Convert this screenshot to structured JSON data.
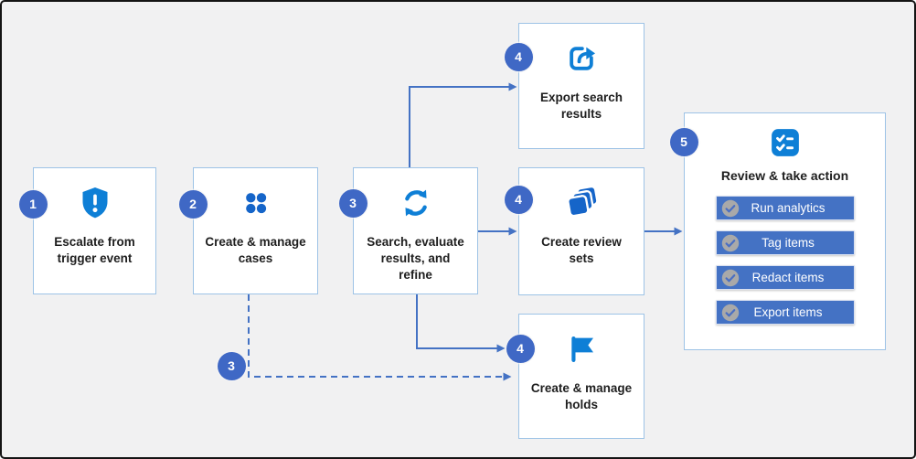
{
  "canvas": {
    "background": "#f1f1f2",
    "accent_blue": "#4472c4",
    "badge_blue": "#3f68c5",
    "icon_blue": "#0e7fd6",
    "icon_blue_dark": "#1565c9",
    "box_border": "#9dc3e6"
  },
  "steps": {
    "escalate": {
      "badge": "1",
      "title": "Escalate from trigger event",
      "icon": "shield-exclamation-icon"
    },
    "cases": {
      "badge": "2",
      "title": "Create & manage cases",
      "icon": "apps-dots-icon"
    },
    "search": {
      "badge": "3",
      "title": "Search, evaluate results, and refine",
      "icon": "sync-arrows-icon"
    },
    "export_search": {
      "badge": "4",
      "title": "Export search results",
      "icon": "share-export-icon"
    },
    "review_sets": {
      "badge": "4",
      "title": "Create review sets",
      "icon": "layered-cards-icon"
    },
    "holds": {
      "badge": "4",
      "title": "Create & manage holds",
      "icon": "flag-icon"
    },
    "review_action": {
      "badge": "5",
      "title": "Review & take action",
      "icon": "checklist-icon"
    }
  },
  "connector_badge": {
    "label": "3"
  },
  "actions": [
    {
      "label": "Run analytics"
    },
    {
      "label": "Tag items"
    },
    {
      "label": "Redact items"
    },
    {
      "label": "Export items"
    }
  ]
}
